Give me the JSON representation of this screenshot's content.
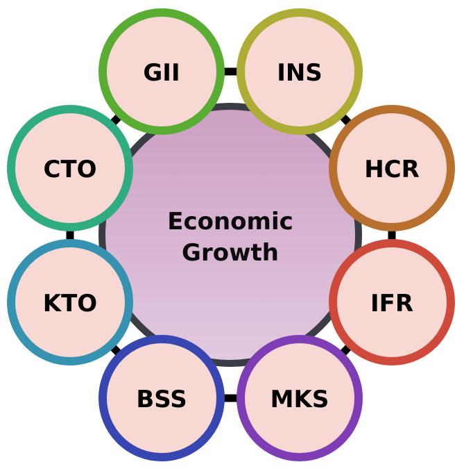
{
  "diagram": {
    "type": "hub-and-ring",
    "center": {
      "label_line1": "Economic",
      "label_line2": "Growth",
      "fill_top": "#cda0c4",
      "fill_bottom": "#e2c9df",
      "border_color": "#3a3d44"
    },
    "ring_connector_color": "#000000",
    "node_fill": "#f8d8d3",
    "nodes": [
      {
        "label": "GII",
        "border_color": "#5aad33"
      },
      {
        "label": "INS",
        "border_color": "#adac35"
      },
      {
        "label": "HCR",
        "border_color": "#b8702e"
      },
      {
        "label": "IFR",
        "border_color": "#cf4a3a"
      },
      {
        "label": "MKS",
        "border_color": "#7e3db5"
      },
      {
        "label": "BSS",
        "border_color": "#3746b0"
      },
      {
        "label": "KTO",
        "border_color": "#3592b0"
      },
      {
        "label": "CTO",
        "border_color": "#30ad80"
      }
    ]
  }
}
